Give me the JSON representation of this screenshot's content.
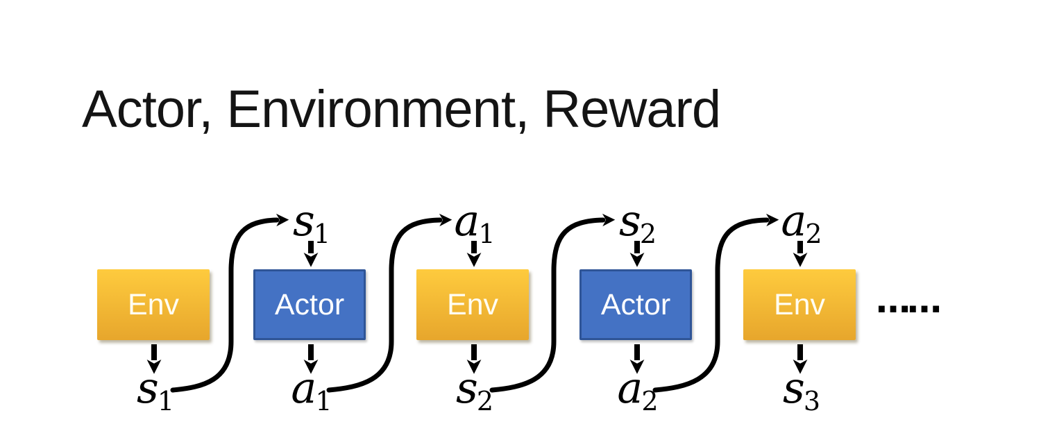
{
  "title": "Actor, Environment, Reward",
  "diagram": {
    "boxes": [
      {
        "label": "Env",
        "type": "env"
      },
      {
        "label": "Actor",
        "type": "actor"
      },
      {
        "label": "Env",
        "type": "env"
      },
      {
        "label": "Actor",
        "type": "actor"
      },
      {
        "label": "Env",
        "type": "env"
      }
    ],
    "top_labels": [
      {
        "base": "s",
        "sub": "1"
      },
      {
        "base": "a",
        "sub": "1"
      },
      {
        "base": "s",
        "sub": "2"
      },
      {
        "base": "a",
        "sub": "2"
      }
    ],
    "bottom_labels": [
      {
        "base": "s",
        "sub": "1"
      },
      {
        "base": "a",
        "sub": "1"
      },
      {
        "base": "s",
        "sub": "2"
      },
      {
        "base": "a",
        "sub": "2"
      },
      {
        "base": "s",
        "sub": "3"
      }
    ],
    "ellipsis": "……",
    "colors": {
      "env_top": "#FECB3E",
      "env_bottom": "#E7A62C",
      "actor": "#4472C4",
      "actor_border": "#2F5597",
      "ink": "#000000"
    }
  }
}
